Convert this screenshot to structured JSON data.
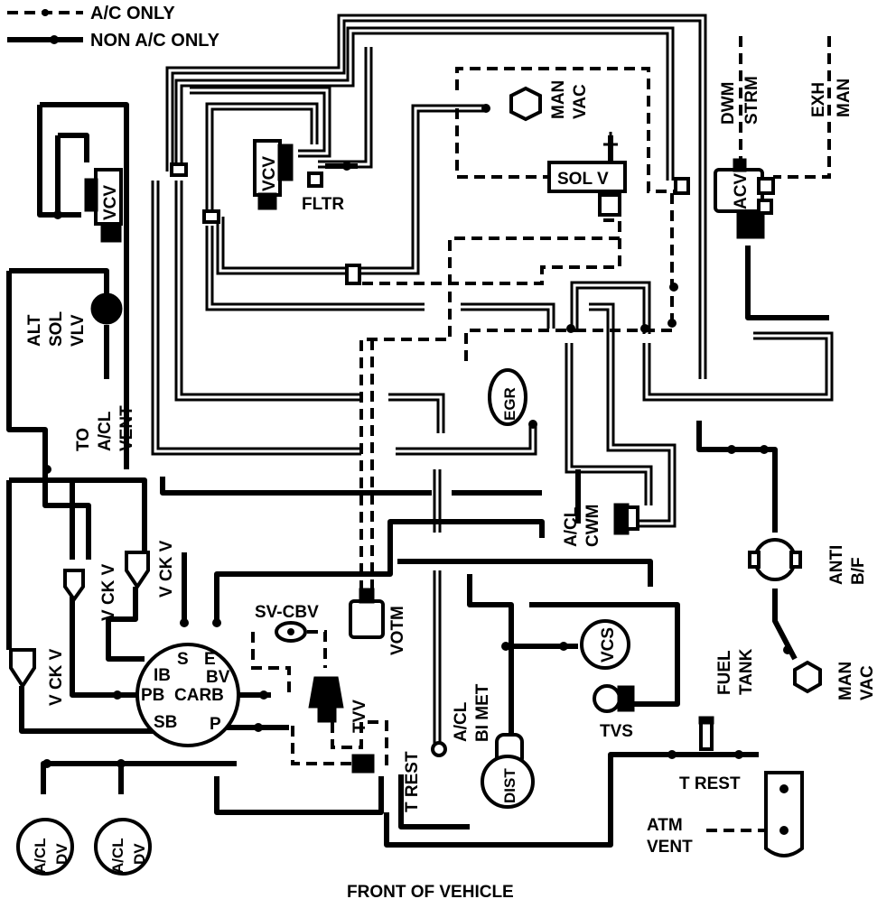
{
  "legend": {
    "ac_only": "A/C ONLY",
    "non_ac_only": "NON A/C ONLY"
  },
  "labels": {
    "man_vac_top_1": "MAN",
    "man_vac_top_2": "VAC",
    "dwm": "DWM",
    "strm": "STRM",
    "exh": "EXH",
    "man": "MAN",
    "vcv_left": "VCV",
    "vcv_mid": "VCV",
    "fltr": "FLTR",
    "sol_v": "SOL V",
    "acv": "ACV",
    "alt_sol_vlv_1": "ALT",
    "alt_sol_vlv_2": "SOL",
    "alt_sol_vlv_3": "VLV",
    "to_acl_vent_1": "TO",
    "to_acl_vent_2": "A/CL",
    "to_acl_vent_3": "VENT",
    "egr": "EGR",
    "acl_cwm_1": "A/CL",
    "acl_cwm_2": "CWM",
    "anti_bf_1": "ANTI",
    "anti_bf_2": "B/F",
    "v_ck_v_1": "V CK V",
    "v_ck_v_2": "V CK V",
    "v_ck_v_3": "V CK V",
    "sv_cbv": "SV-CBV",
    "votm": "VOTM",
    "carb": "CARB",
    "carb_s": "S",
    "carb_e": "E",
    "carb_ib": "IB",
    "carb_bv": "BV",
    "carb_pb": "PB",
    "carb_sb": "SB",
    "carb_p": "P",
    "tvv": "TVV",
    "vcs": "VCS",
    "tvs": "TVS",
    "fuel_tank_1": "FUEL",
    "fuel_tank_2": "TANK",
    "man_vac_bottom_1": "MAN",
    "man_vac_bottom_2": "VAC",
    "t_rest_left": "T REST",
    "acl_bimet_1": "A/CL",
    "acl_bimet_2": "BI MET",
    "dist": "DIST",
    "t_rest_right": "T REST",
    "atm_vent_1": "ATM",
    "atm_vent_2": "VENT",
    "acl_dv_1a": "A/CL",
    "acl_dv_1b": "DV",
    "acl_dv_2a": "A/CL",
    "acl_dv_2b": "DV",
    "front_of_vehicle": "FRONT OF VEHICLE"
  }
}
